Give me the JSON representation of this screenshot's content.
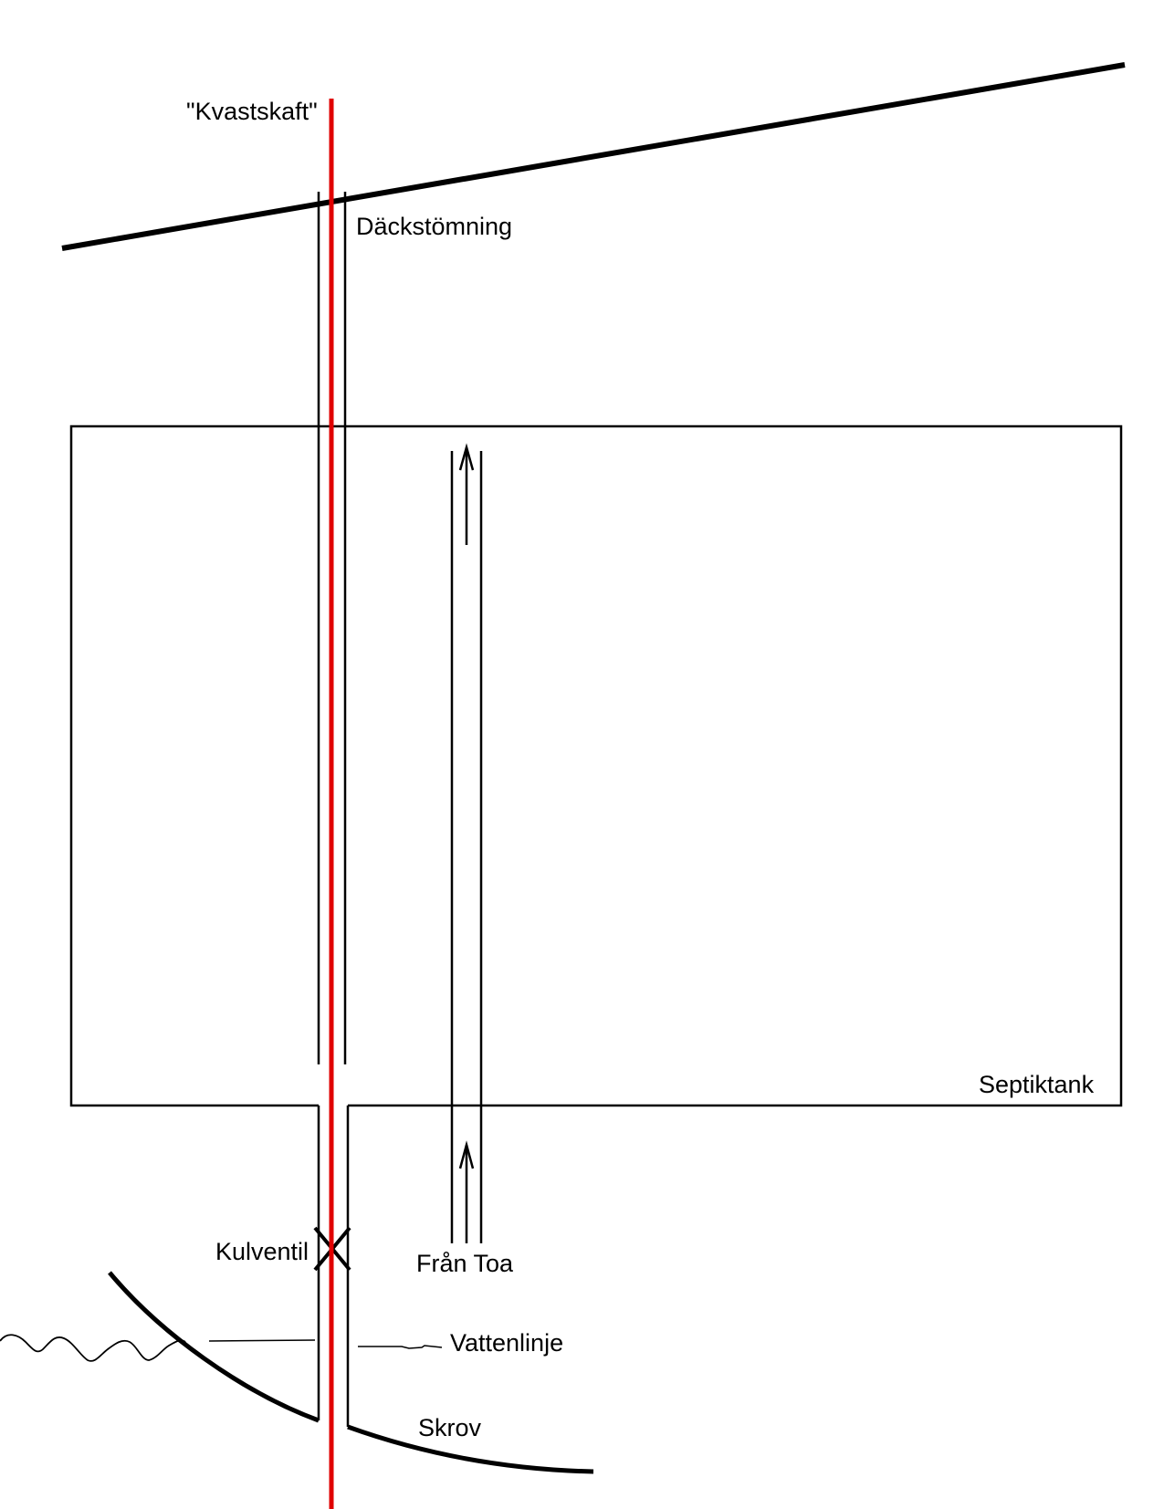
{
  "labels": {
    "rod": "\"Kvastskaft\"",
    "deck_drain": "Däckstömning",
    "septic_tank": "Septiktank",
    "ball_valve": "Kulventil",
    "from_toilet": "Från Toa",
    "waterline": "Vattenlinje",
    "hull": "Skrov"
  },
  "colors": {
    "line": "#000000",
    "rod": "#e00000",
    "background": "#ffffff"
  }
}
